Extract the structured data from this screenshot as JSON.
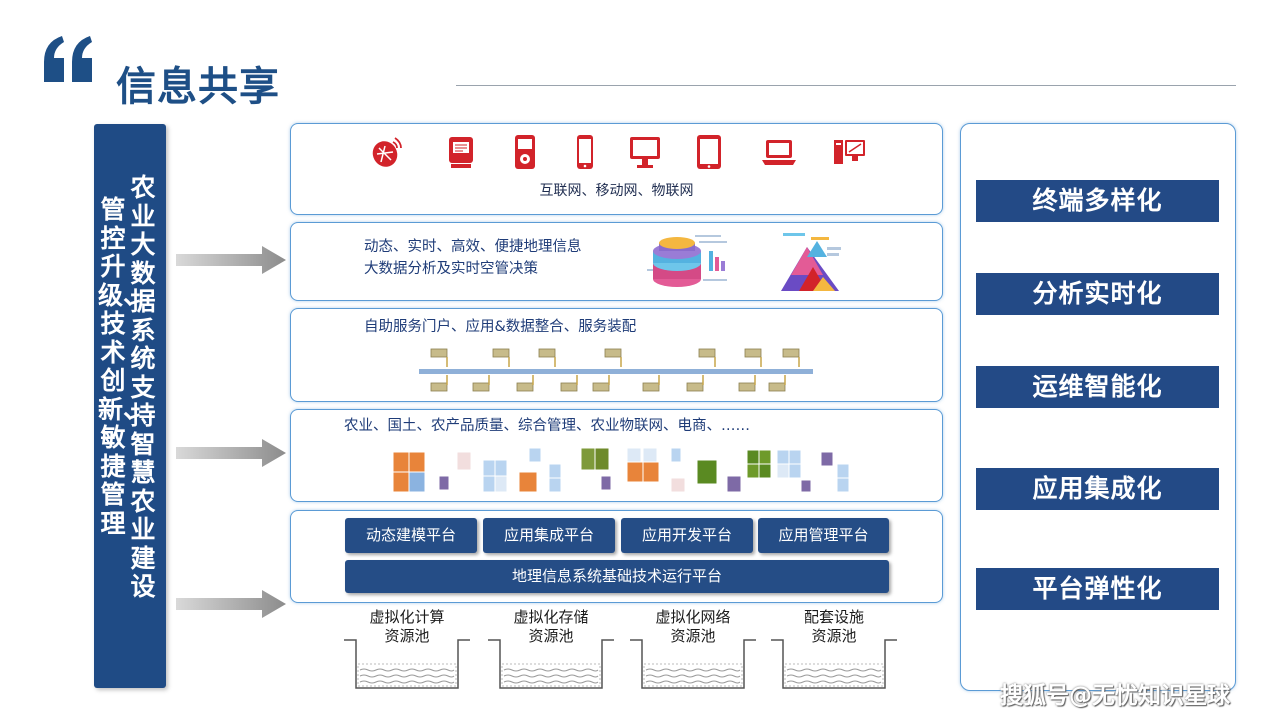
{
  "header": {
    "title": "信息共享"
  },
  "banner": {
    "column_right": "农业大数据系统支持智慧农业建设",
    "column_left": "管控升级、技术创新、敏捷管理"
  },
  "layers": {
    "network": {
      "label": "互联网、移动网、物联网",
      "devices": [
        "satellite-dish-icon",
        "desktop-terminal-icon",
        "mobile-device-icon",
        "smartphone-icon",
        "monitor-icon",
        "tablet-icon",
        "laptop-icon",
        "workstation-icon"
      ]
    },
    "analysis": {
      "line1": "动态、实时、高效、便捷地理信息",
      "line2": "大数据分析及实时空管决策"
    },
    "services": {
      "label": "自助服务门户、应用&数据整合、服务装配"
    },
    "applications": {
      "label": "农业、国土、农产品质量、综合管理、农业物联网、电商、……"
    },
    "platforms": {
      "buttons": [
        "动态建模平台",
        "应用集成平台",
        "应用开发平台",
        "应用管理平台"
      ],
      "base": "地理信息系统基础技术运行平台"
    }
  },
  "resource_pools": [
    {
      "line1": "虚拟化计算",
      "line2": "资源池"
    },
    {
      "line1": "虚拟化存储",
      "line2": "资源池"
    },
    {
      "line1": "虚拟化网络",
      "line2": "资源池"
    },
    {
      "line1": "配套设施",
      "line2": "资源池"
    }
  ],
  "features": [
    "终端多样化",
    "分析实时化",
    "运维智能化",
    "应用集成化",
    "平台弹性化"
  ],
  "watermark": "搜狐号@无忧知识星球",
  "colors": {
    "brand": "#1f4b85",
    "accent_red": "#d2232a",
    "panel_border": "#5b9bd5"
  }
}
